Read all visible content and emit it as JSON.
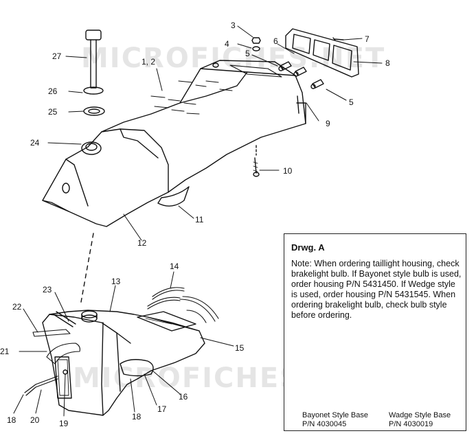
{
  "watermark": "MICROFICHES.NET",
  "callouts": [
    {
      "id": "c27",
      "text": "27"
    },
    {
      "id": "c26",
      "text": "26"
    },
    {
      "id": "c25",
      "text": "25"
    },
    {
      "id": "c24",
      "text": "24"
    },
    {
      "id": "c12a",
      "text": "1, 2"
    },
    {
      "id": "c3",
      "text": "3"
    },
    {
      "id": "c4",
      "text": "4"
    },
    {
      "id": "c5a",
      "text": "5"
    },
    {
      "id": "c6",
      "text": "6"
    },
    {
      "id": "c7",
      "text": "7"
    },
    {
      "id": "c8",
      "text": "8"
    },
    {
      "id": "c5b",
      "text": "5"
    },
    {
      "id": "c9",
      "text": "9"
    },
    {
      "id": "c10",
      "text": "10"
    },
    {
      "id": "c11",
      "text": "11"
    },
    {
      "id": "c12",
      "text": "12"
    },
    {
      "id": "c13",
      "text": "13"
    },
    {
      "id": "c14",
      "text": "14"
    },
    {
      "id": "c15",
      "text": "15"
    },
    {
      "id": "c23",
      "text": "23"
    },
    {
      "id": "c22",
      "text": "22"
    },
    {
      "id": "c21",
      "text": "21"
    },
    {
      "id": "c16",
      "text": "16"
    },
    {
      "id": "c17",
      "text": "17"
    },
    {
      "id": "c18a",
      "text": "18"
    },
    {
      "id": "c18b",
      "text": "18"
    },
    {
      "id": "c20",
      "text": "20"
    },
    {
      "id": "c19",
      "text": "19"
    }
  ],
  "note": {
    "title": "Drwg. A",
    "body": "Note: When ordering taillight housing, check brakelight bulb.  If Bayonet style bulb is  used, order housing P/N 5431450.  If Wedge style is used, order housing P/N 5431545.  When ordering brakelight bulb, check bulb style before ordering.",
    "bayonet": {
      "name": "Bayonet Style Base",
      "pn": "P/N 4030045"
    },
    "wedge": {
      "name": "Wadge Style Base",
      "pn": "P/N 4030019"
    }
  }
}
